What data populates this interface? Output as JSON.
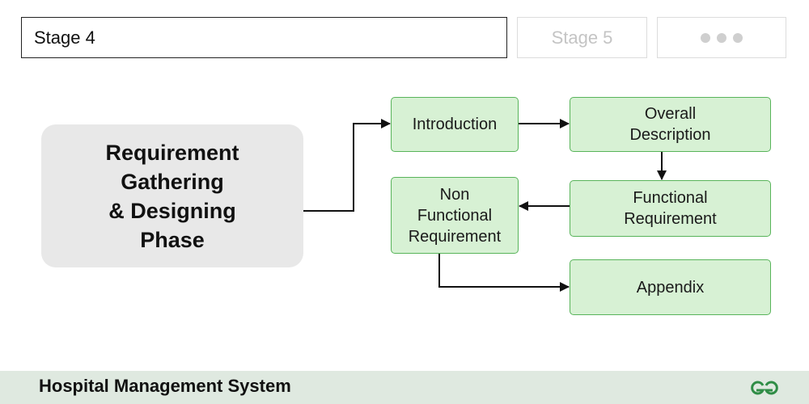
{
  "stages": {
    "current": "Stage 4",
    "next": "Stage 5",
    "more_icon": "ellipsis-dots-icon"
  },
  "phase": {
    "lines": [
      "Requirement",
      "Gathering",
      "& Designing",
      "Phase"
    ]
  },
  "nodes": {
    "introduction": [
      "Introduction"
    ],
    "overall_description": [
      "Overall",
      "Description"
    ],
    "functional_requirement": [
      "Functional",
      "Requirement"
    ],
    "non_functional_requirement": [
      "Non",
      "Functional",
      "Requirement"
    ],
    "appendix": [
      "Appendix"
    ]
  },
  "footer": {
    "title": "Hospital Management System",
    "logo_icon": "geeksforgeeks-logo-icon"
  },
  "colors": {
    "node_fill": "#d7f1d4",
    "node_border": "#58b45a",
    "phase_fill": "#e8e8e8",
    "footer_bg": "#dfe9e0",
    "logo": "#2f8d46"
  }
}
